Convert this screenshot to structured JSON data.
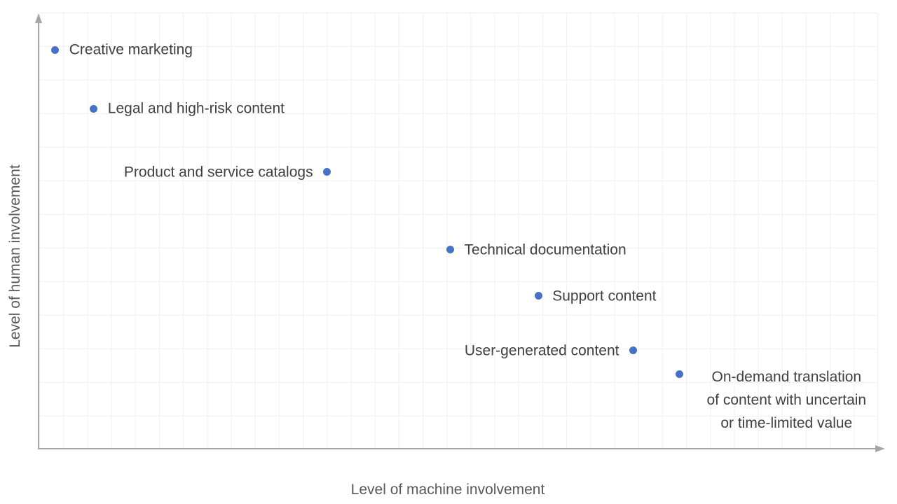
{
  "colors": {
    "point": "#4472C4",
    "axis": "#a6a6a6",
    "grid": "#f0f0f0",
    "point_label": "#404040",
    "axis_title": "#595959",
    "background": "#ffffff"
  },
  "chart_data": {
    "type": "scatter",
    "title": "",
    "xlabel": "Level of machine involvement",
    "ylabel": "Level of human involvement",
    "x_axis": {
      "range": [
        0,
        1
      ],
      "tick_labels": "none",
      "arrow_end": true
    },
    "y_axis": {
      "range": [
        0,
        1
      ],
      "tick_labels": "none",
      "arrow_end": true
    },
    "grid": "on",
    "legend": "none",
    "points": [
      {
        "label": "Creative marketing",
        "x": 0.019,
        "y": 0.915,
        "label_side": "right"
      },
      {
        "label": "Legal and high-risk content",
        "x": 0.065,
        "y": 0.78,
        "label_side": "right"
      },
      {
        "label": "Product and service catalogs",
        "x": 0.343,
        "y": 0.635,
        "label_side": "left"
      },
      {
        "label": "Technical documentation",
        "x": 0.49,
        "y": 0.457,
        "label_side": "right"
      },
      {
        "label": "Support content",
        "x": 0.595,
        "y": 0.351,
        "label_side": "right"
      },
      {
        "label": "User-generated content",
        "x": 0.708,
        "y": 0.226,
        "label_side": "left"
      },
      {
        "label": "On-demand translation\nof content with uncertain\nor time-limited value",
        "x": 0.763,
        "y": 0.173,
        "label_side": "right",
        "label_align": "center",
        "label_width": 278,
        "label_anchor": "first-line"
      }
    ]
  }
}
